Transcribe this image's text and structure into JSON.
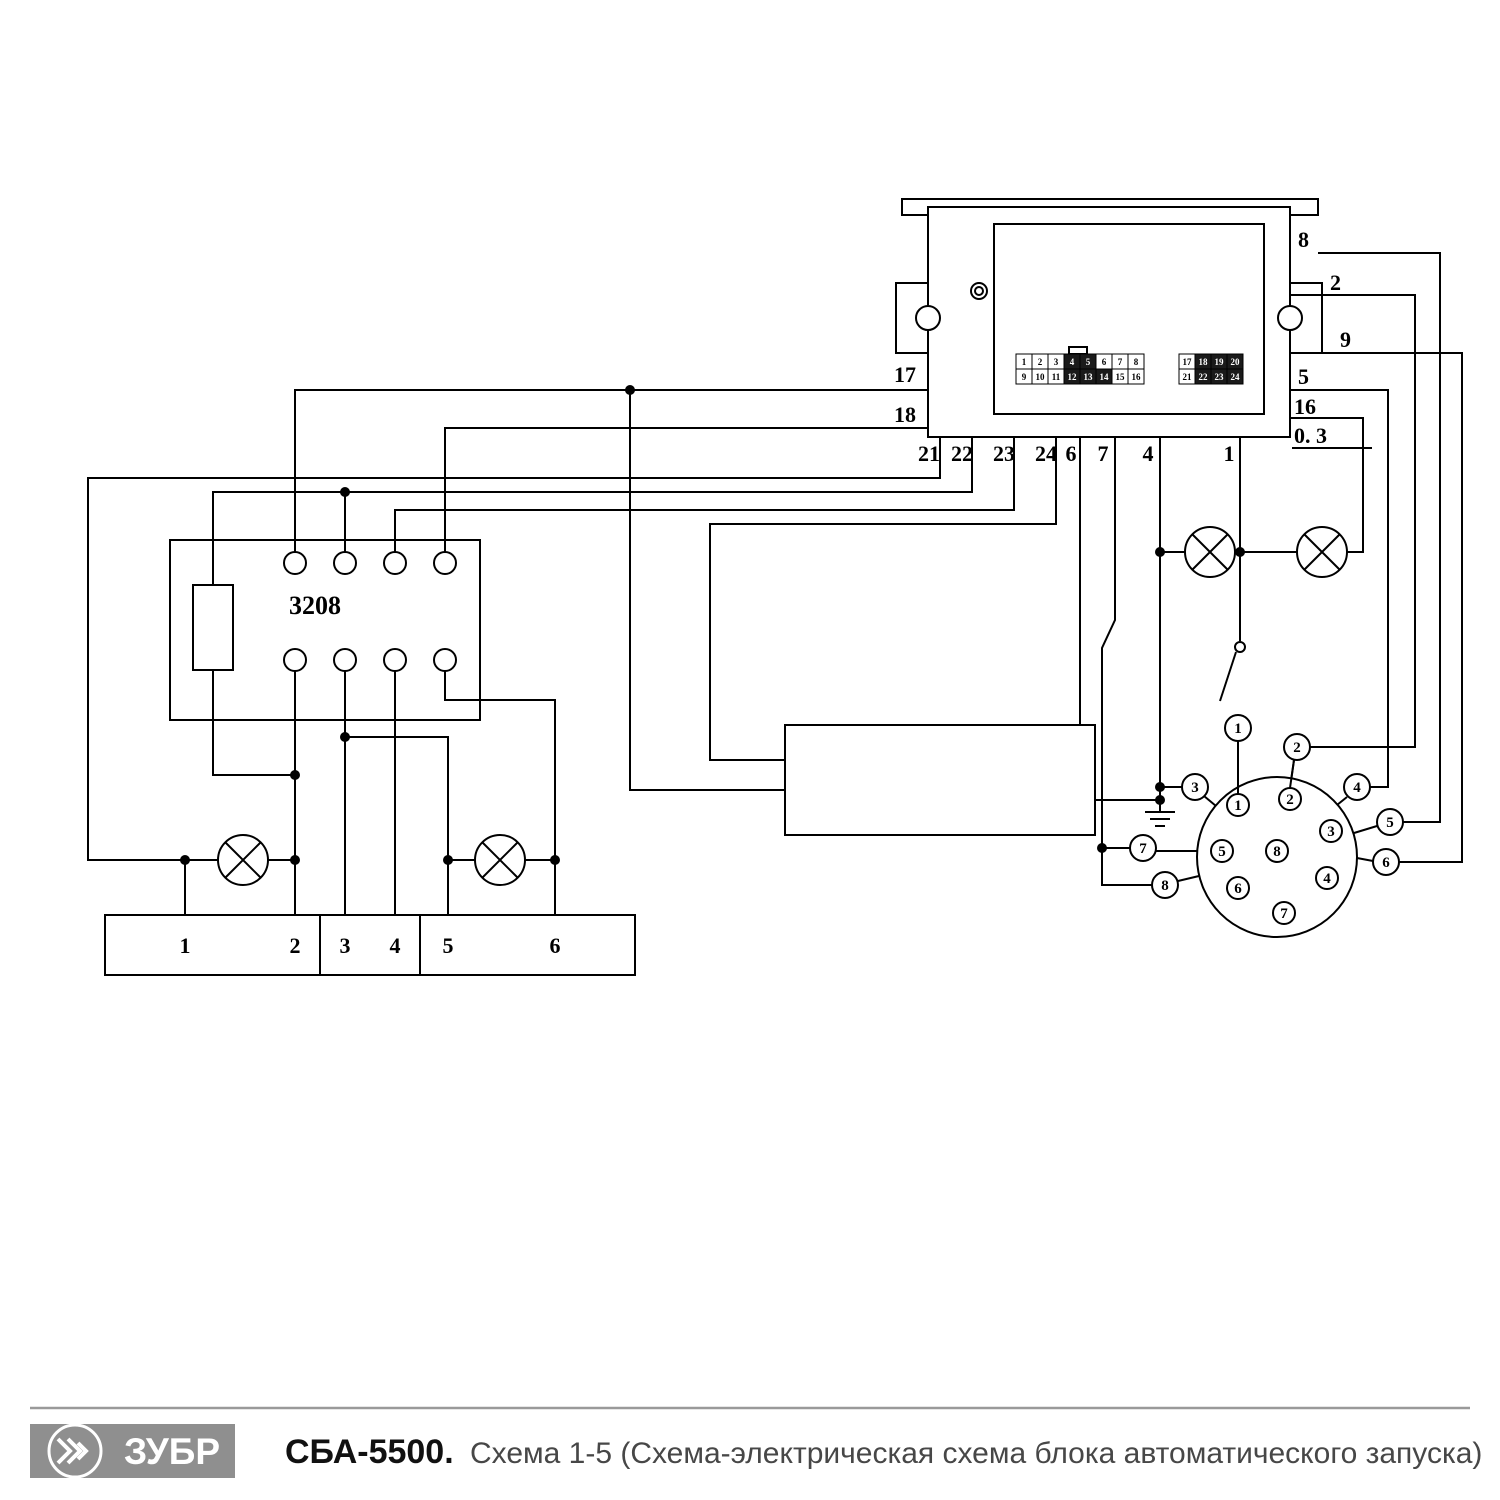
{
  "control_unit": {
    "connector_a": {
      "rows": [
        [
          "1",
          "2",
          "3",
          "4",
          "5",
          "6",
          "7",
          "8"
        ],
        [
          "9",
          "10",
          "11",
          "12",
          "13",
          "14",
          "15",
          "16"
        ]
      ],
      "dark_cells": [
        "4",
        "5",
        "12",
        "13",
        "14"
      ]
    },
    "connector_b": {
      "rows": [
        [
          "17",
          "18",
          "19",
          "20"
        ],
        [
          "21",
          "22",
          "23",
          "24"
        ]
      ],
      "dark_cells": [
        "18",
        "19",
        "20",
        "22",
        "23",
        "24"
      ]
    }
  },
  "wire_labels": {
    "w17": "17",
    "w18": "18",
    "w21": "21",
    "w22": "22",
    "w23": "23",
    "w24": "24",
    "w6": "6",
    "w7": "7",
    "w4": "4",
    "w1": "1",
    "w8": "8",
    "w2": "2",
    "w9": "9",
    "w5": "5",
    "w16": "16",
    "w03": "0. 3"
  },
  "relay": {
    "label": "3208"
  },
  "terminal_strip": {
    "labels": [
      "1",
      "2",
      "3",
      "4",
      "5",
      "6"
    ]
  },
  "round_connector": {
    "pin_labels": [
      "1",
      "2",
      "3",
      "5",
      "8",
      "4",
      "6",
      "7"
    ],
    "outer_labels": [
      "1",
      "2",
      "3",
      "4",
      "5",
      "6",
      "7",
      "8"
    ]
  },
  "footer": {
    "brand": "ЗУБР",
    "model": "СБА-5500.",
    "subtitle": "Схема 1-5 (Схема-электрическая схема блока автоматического запуска)"
  }
}
